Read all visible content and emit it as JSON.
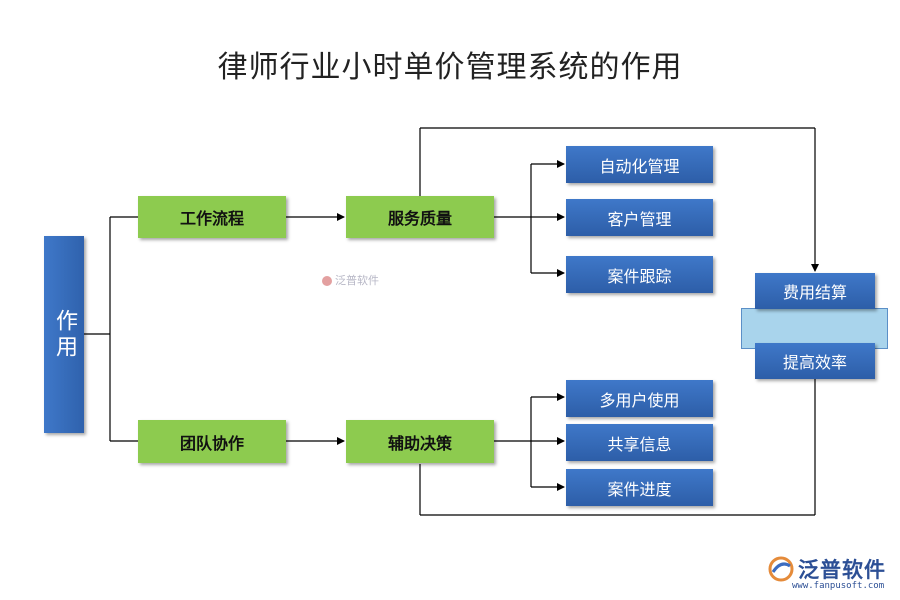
{
  "title": "律师行业小时单价管理系统的作用",
  "root": {
    "label": "作用"
  },
  "level1": [
    {
      "label": "工作流程"
    },
    {
      "label": "团队协作"
    }
  ],
  "level2": [
    {
      "label": "服务质量"
    },
    {
      "label": "辅助决策"
    }
  ],
  "top_leaves": [
    {
      "label": "自动化管理"
    },
    {
      "label": "客户管理"
    },
    {
      "label": "案件跟踪"
    }
  ],
  "bottom_leaves": [
    {
      "label": "多用户使用"
    },
    {
      "label": "共享信息"
    },
    {
      "label": "案件进度"
    }
  ],
  "right": {
    "top": "费用结算",
    "bottom": "提高效率"
  },
  "watermark": {
    "text": "泛普软件"
  },
  "logo": {
    "name": "泛普软件",
    "url": "www.fanpusoft.com"
  },
  "colors": {
    "blue_box": "#3569b8",
    "green_box": "#8dcb4f",
    "light_band": "#a9d4ec",
    "line": "#000000"
  }
}
